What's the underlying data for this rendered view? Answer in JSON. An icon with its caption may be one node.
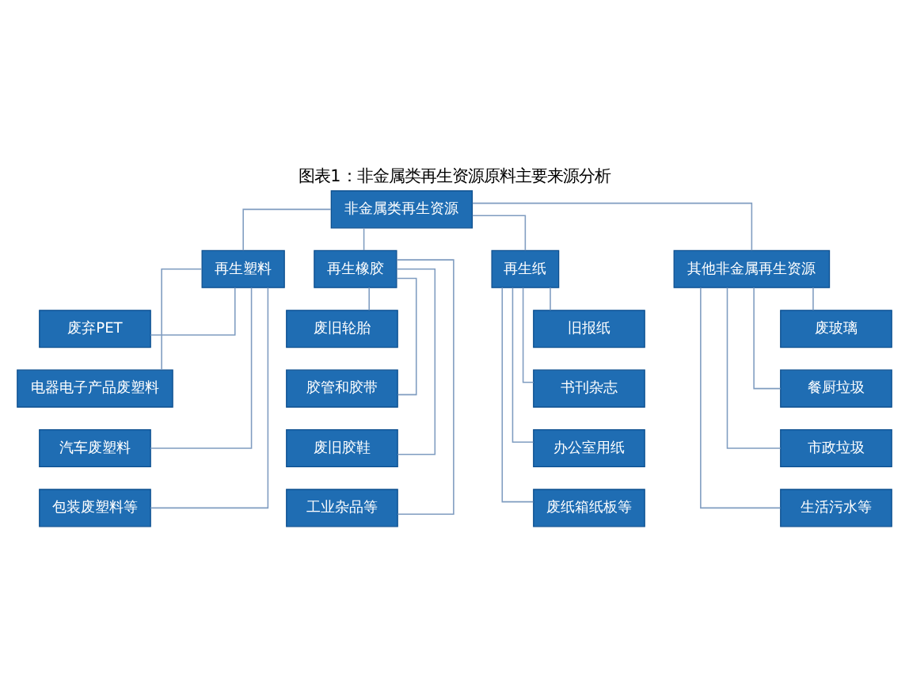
{
  "diagram": {
    "title": "图表1：非金属类再生资源原料主要来源分析",
    "nodes": [
      {
        "text": [
          "非金属类再生资源"
        ]
      },
      {
        "text": [
          "再生塑料"
        ]
      },
      {
        "text": [
          "再生橡胶"
        ]
      },
      {
        "text": [
          "再生纸"
        ]
      },
      {
        "text": [
          "其他非金属再生资源"
        ]
      },
      {
        "text": [
          "废弃PET"
        ]
      },
      {
        "text": [
          "电器电子产品废塑料"
        ]
      },
      {
        "text": [
          "汽车废塑料"
        ]
      },
      {
        "text": [
          "包装废塑料等"
        ]
      },
      {
        "text": [
          "废旧轮胎"
        ]
      },
      {
        "text": [
          "胶管和胶带"
        ]
      },
      {
        "text": [
          "废旧胶鞋"
        ]
      },
      {
        "text": [
          "工业杂品等"
        ]
      },
      {
        "text": [
          "旧报纸"
        ]
      },
      {
        "text": [
          "书刊杂志"
        ]
      },
      {
        "text": [
          "办公室用纸"
        ]
      },
      {
        "text": [
          "废纸箱纸板等"
        ]
      },
      {
        "text": [
          "废玻璃"
        ]
      },
      {
        "text": [
          "餐厨垃圾"
        ]
      },
      {
        "text": [
          "市政垃圾"
        ]
      },
      {
        "text": [
          "生活污水等"
        ]
      }
    ],
    "edges": [
      {
        "from": 0,
        "to": 1,
        "arrow": "none"
      },
      {
        "from": 0,
        "to": 2,
        "arrow": "none"
      },
      {
        "from": 0,
        "to": 3,
        "arrow": "none"
      },
      {
        "from": 0,
        "to": 4,
        "arrow": "none"
      },
      {
        "from": 1,
        "to": 5,
        "arrow": "none"
      },
      {
        "from": 1,
        "to": 6,
        "arrow": "none"
      },
      {
        "from": 1,
        "to": 7,
        "arrow": "none"
      },
      {
        "from": 1,
        "to": 8,
        "arrow": "none"
      },
      {
        "from": 2,
        "to": 9,
        "arrow": "none"
      },
      {
        "from": 2,
        "to": 10,
        "arrow": "none"
      },
      {
        "from": 2,
        "to": 11,
        "arrow": "none"
      },
      {
        "from": 2,
        "to": 12,
        "arrow": "none"
      },
      {
        "from": 3,
        "to": 13,
        "arrow": "none"
      },
      {
        "from": 3,
        "to": 14,
        "arrow": "none"
      },
      {
        "from": 3,
        "to": 15,
        "arrow": "none"
      },
      {
        "from": 3,
        "to": 16,
        "arrow": "none"
      },
      {
        "from": 4,
        "to": 17,
        "arrow": "none"
      },
      {
        "from": 4,
        "to": 18,
        "arrow": "none"
      },
      {
        "from": 4,
        "to": 19,
        "arrow": "none"
      },
      {
        "from": 4,
        "to": 20,
        "arrow": "none"
      }
    ]
  }
}
